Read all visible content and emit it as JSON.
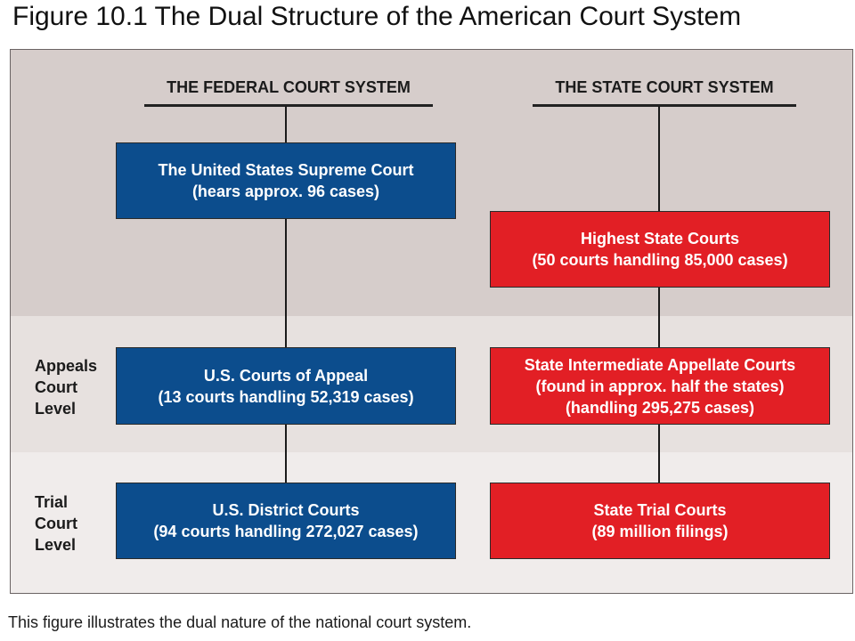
{
  "figure": {
    "title": "Figure 10.1  The Dual Structure of the American Court System",
    "caption": "This figure illustrates the dual nature of the national court system."
  },
  "federal": {
    "header": "THE FEDERAL COURT SYSTEM",
    "supreme": {
      "line1": "The United States Supreme Court",
      "line2": "(hears approx. 96 cases)"
    },
    "appeals": {
      "line1": "U.S. Courts of Appeal",
      "line2": "(13 courts handling 52,319 cases)"
    },
    "district": {
      "line1": "U.S. District Courts",
      "line2": "(94 courts handling 272,027 cases)"
    }
  },
  "state": {
    "header": "THE STATE COURT SYSTEM",
    "highest": {
      "line1": "Highest State Courts",
      "line2": "(50 courts handling 85,000 cases)"
    },
    "intermediate": {
      "line1": "State Intermediate Appellate Courts",
      "line2": "(found in approx. half the states)",
      "line3": "(handling 295,275 cases)"
    },
    "trial": {
      "line1": "State Trial Courts",
      "line2": "(89 million filings)"
    }
  },
  "levels": {
    "appeals": {
      "line1": "Appeals",
      "line2": "Court",
      "line3": "Level"
    },
    "trial": {
      "line1": "Trial",
      "line2": "Court",
      "line3": "Level"
    }
  },
  "colors": {
    "federal_box": "#0c4d8d",
    "state_box": "#e21f25",
    "top_band": "#d6cdcb",
    "appeals_band": "#e7e1df",
    "trial_band": "#f0eceb"
  }
}
